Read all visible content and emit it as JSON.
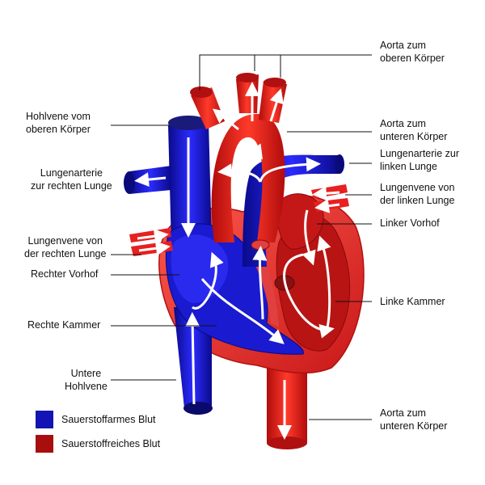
{
  "labels": {
    "aorta_upper": [
      "Aorta zum",
      "oberen Körper"
    ],
    "sup_vena_cava": [
      "Hohlvene vom",
      "oberen Körper"
    ],
    "aorta_lower_top": [
      "Aorta zum",
      "unteren Körper"
    ],
    "pulm_art_left": [
      "Lungenarterie zur",
      "linken Lunge"
    ],
    "pulm_art_right": [
      "Lungenarterie",
      "zur rechten Lunge"
    ],
    "pulm_vein_left": [
      "Lungenvene von",
      "der linken Lunge"
    ],
    "left_atrium": [
      "Linker Vorhof"
    ],
    "pulm_vein_right": [
      "Lungenvene von",
      "der rechten Lunge"
    ],
    "right_atrium": [
      "Rechter Vorhof"
    ],
    "left_ventricle": [
      "Linke Kammer"
    ],
    "right_ventricle": [
      "Rechte Kammer"
    ],
    "inf_vena_cava": [
      "Untere",
      "Hohlvene"
    ],
    "aorta_lower_bottom": [
      "Aorta zum",
      "unteren Körper"
    ]
  },
  "legend": [
    {
      "label": "Sauerstoffarmes Blut",
      "color": "#1414b4"
    },
    {
      "label": "Sauerstoffreiches Blut",
      "color": "#a80e0e"
    }
  ],
  "colors": {
    "oxygen_poor": "#1414c8",
    "oxygen_rich": "#e0201a",
    "muscle": "#e83a3a",
    "leader_line": "#111111",
    "flow_arrow": "#ffffff"
  }
}
